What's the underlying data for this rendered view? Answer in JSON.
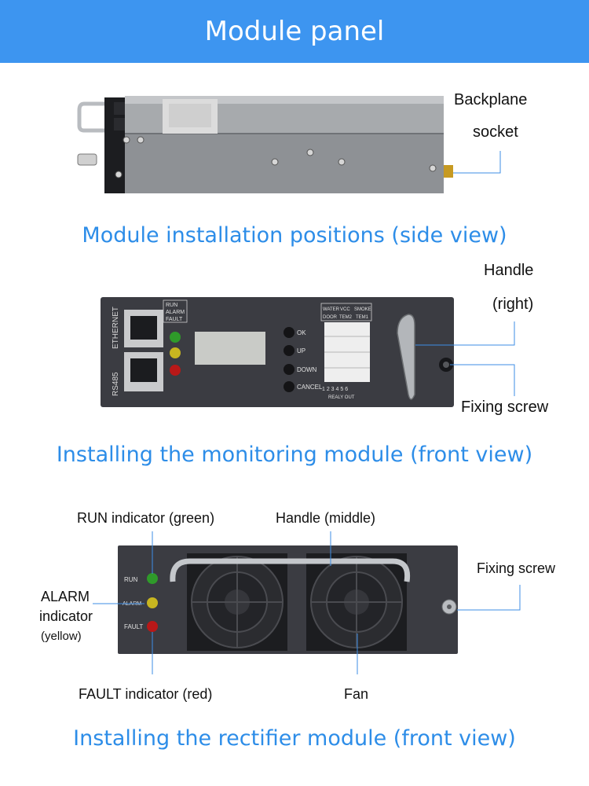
{
  "header": {
    "title": "Module panel"
  },
  "section1": {
    "caption": "Module installation positions (side view)",
    "labels": {
      "backplane_line1": "Backplane",
      "backplane_line2": "socket"
    }
  },
  "section2": {
    "caption": "Installing the monitoring module (front view)",
    "labels": {
      "handle_line1": "Handle",
      "handle_line2": "(right)",
      "fixing_screw": "Fixing screw"
    },
    "panel_text": {
      "ethernet": "ETHERNET",
      "rs485": "RS485",
      "run": "RUN",
      "alarm": "ALARM",
      "fault": "FAULT",
      "ok": "OK",
      "up": "UP",
      "down": "DOWN",
      "cancel": "CANCEL",
      "water": "WATER",
      "vcc": "VCC",
      "smoke": "SMOKE",
      "door": "DOOR",
      "tem2": "TEM2",
      "tem1": "TEM1",
      "relay_numbers": "1  2  3  4  5  6",
      "realy_out": "REALY    OUT"
    }
  },
  "section3": {
    "caption": "Installing the rectifier module (front view)",
    "labels": {
      "run_indicator": "RUN indicator (green)",
      "handle_middle": "Handle (middle)",
      "fixing_screw": "Fixing screw",
      "alarm_line1": "ALARM",
      "alarm_line2": "indicator",
      "alarm_line3": "(yellow)",
      "fault_indicator": "FAULT indicator (red)",
      "fan": "Fan"
    },
    "panel_text": {
      "run": "RUN",
      "alarm": "ALARM",
      "fault": "FAULT"
    }
  },
  "colors": {
    "banner": "#3d95f0",
    "caption": "#2d8de8",
    "leader": "#3d8ee6",
    "led_green": "#2f9a2a",
    "led_yellow": "#c8b620",
    "led_red": "#b81818"
  }
}
